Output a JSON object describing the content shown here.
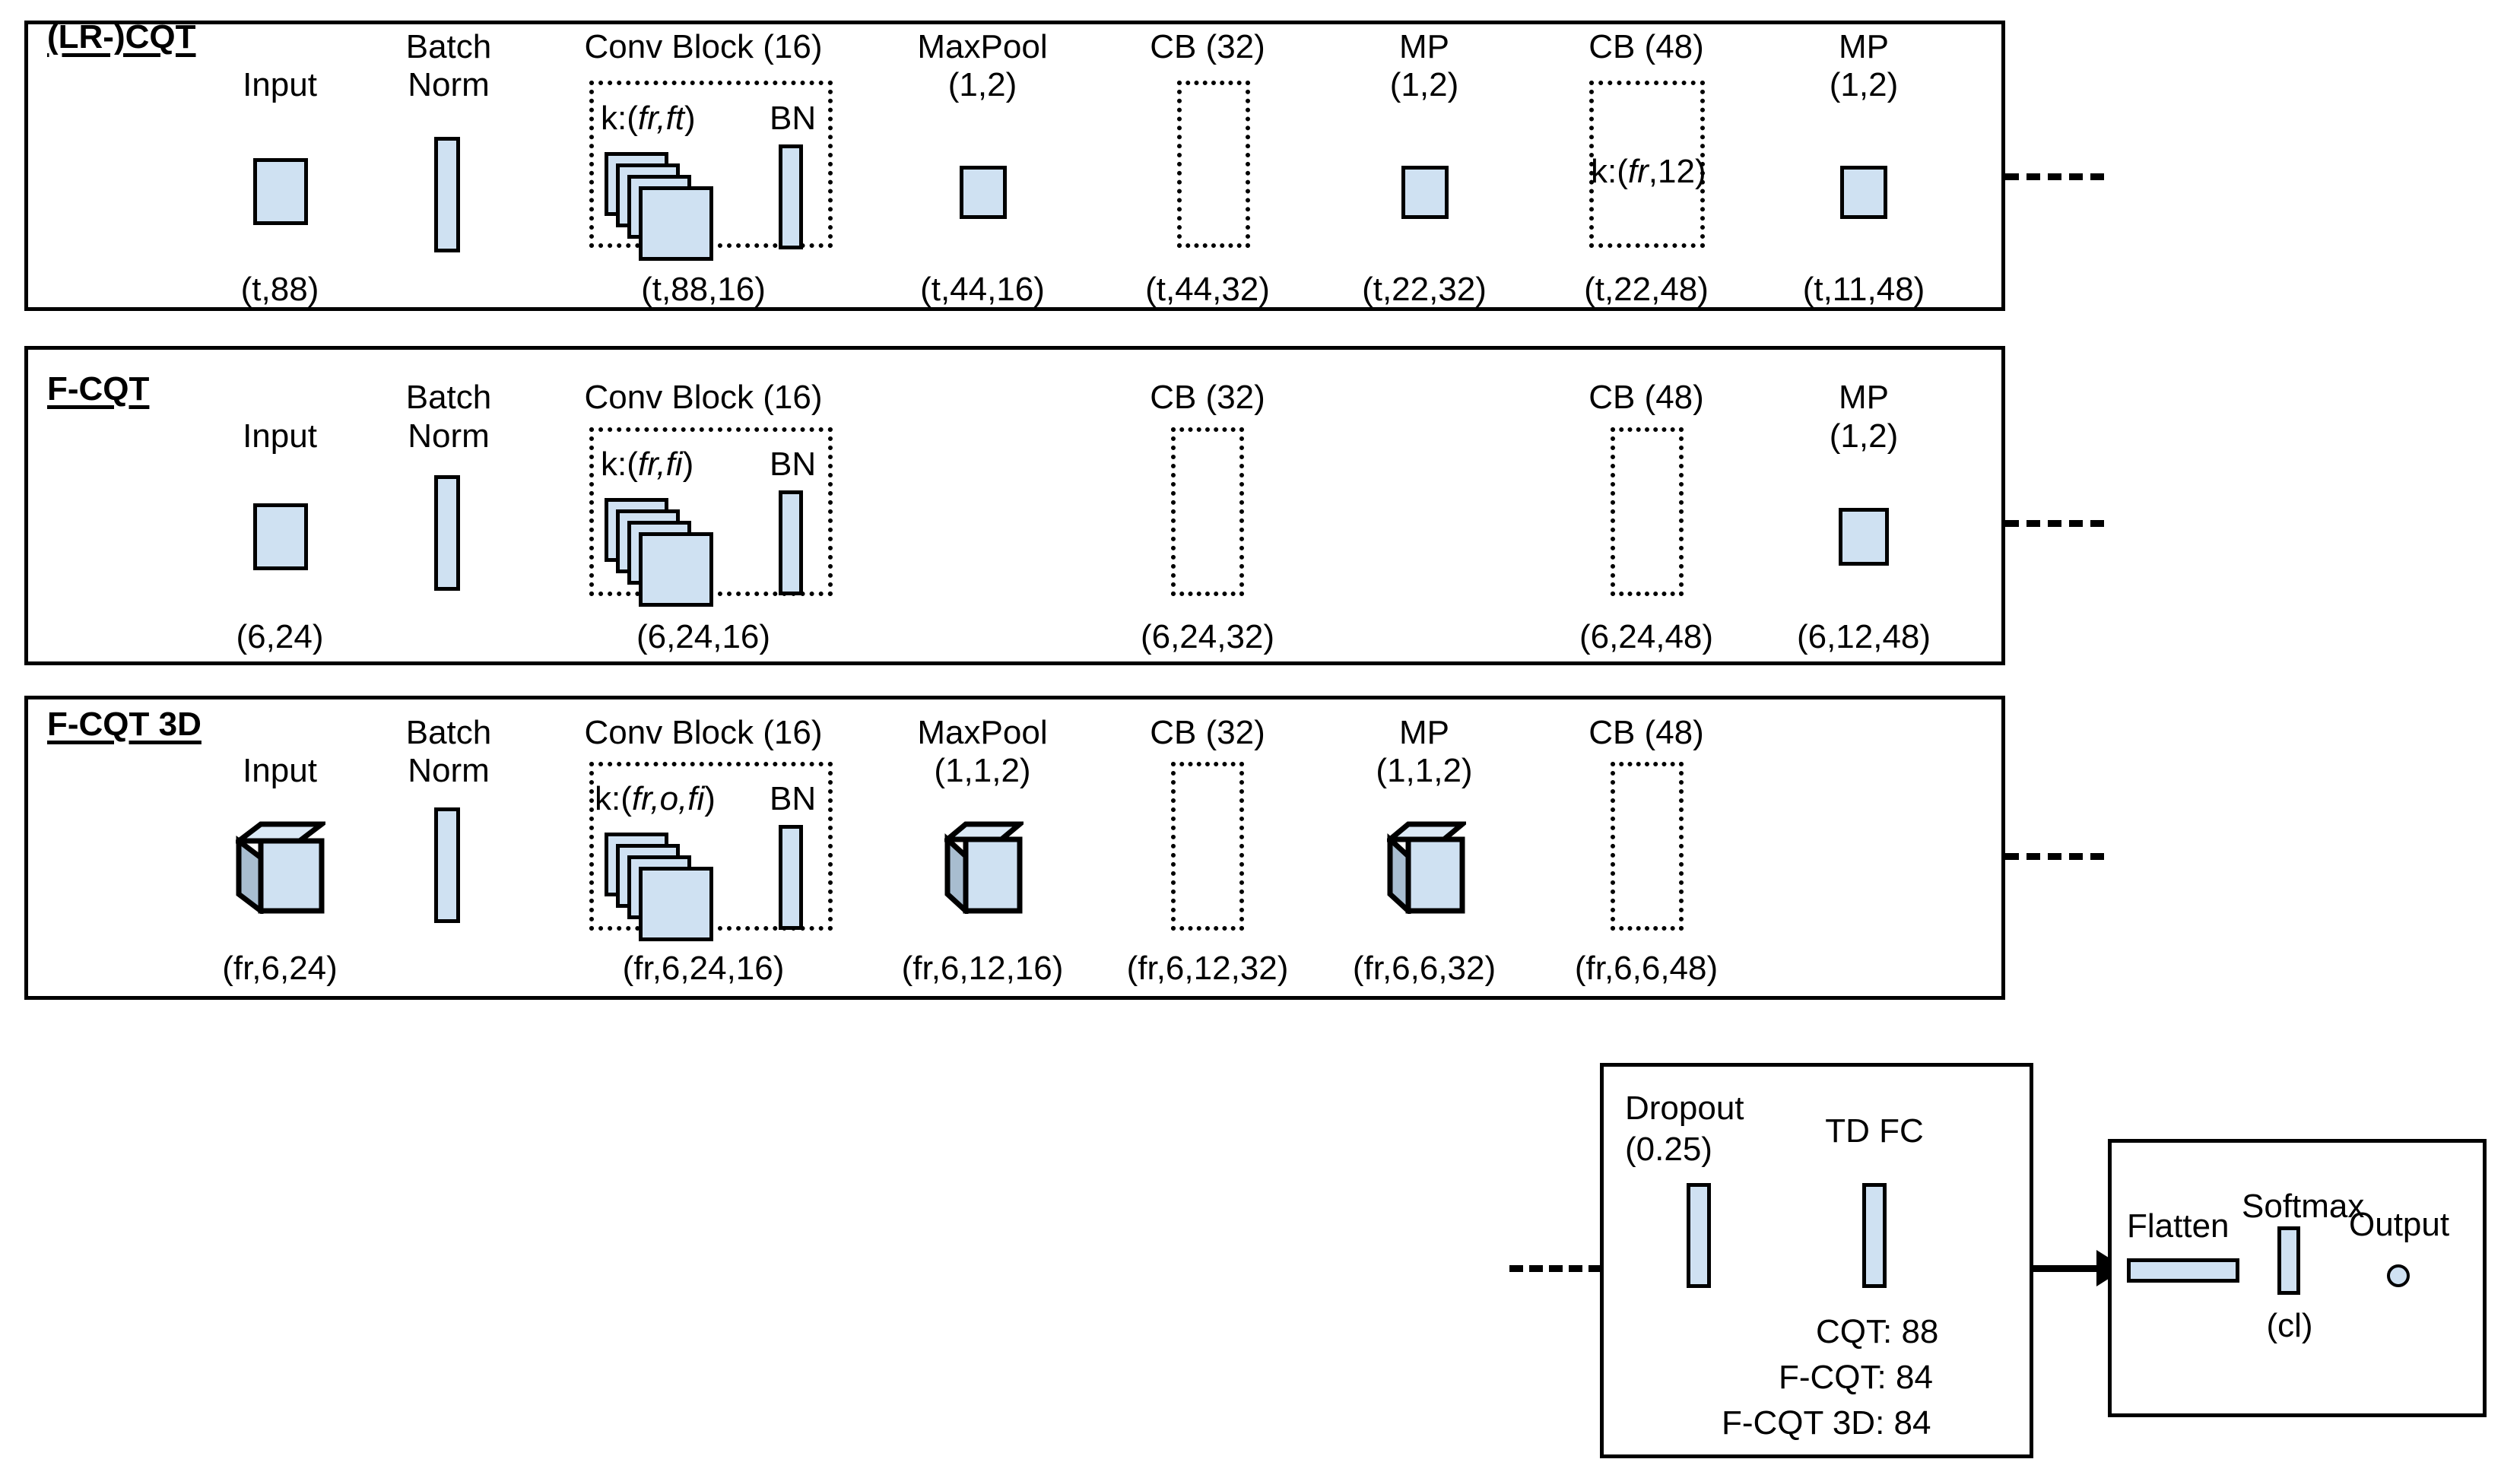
{
  "diagram": {
    "title_hidden": "",
    "rows": [
      {
        "name": "(LR-)CQT",
        "stages": [
          {
            "title": "Input",
            "title2": "",
            "shape_label": "",
            "dims": "(t,88)"
          },
          {
            "title": "Batch",
            "title2": "Norm",
            "shape_label": "",
            "dims": ""
          },
          {
            "title": "Conv Block (16)",
            "title2": "",
            "kernel": "k:(fr,ft)",
            "bn": "BN",
            "dims": "(t,88,16)"
          },
          {
            "title": "MaxPool",
            "title2": "(1,2)",
            "shape_label": "",
            "dims": "(t,44,16)"
          },
          {
            "title": "CB (32)",
            "title2": "",
            "shape_label": "",
            "dims": "(t,44,32)"
          },
          {
            "title": "MP",
            "title2": "(1,2)",
            "shape_label": "",
            "dims": "(t,22,32)"
          },
          {
            "title": "CB (48)",
            "title2": "",
            "kernel": "k:(fr,12)",
            "dims": "(t,22,48)"
          },
          {
            "title": "MP",
            "title2": "(1,2)",
            "shape_label": "",
            "dims": "(t,11,48)"
          }
        ]
      },
      {
        "name": "F-CQT",
        "stages": [
          {
            "title": "Input",
            "title2": "",
            "shape_label": "",
            "dims": "(6,24)"
          },
          {
            "title": "Batch",
            "title2": "Norm",
            "shape_label": "",
            "dims": ""
          },
          {
            "title": "Conv Block (16)",
            "title2": "",
            "kernel": "k:(fr,fi)",
            "bn": "BN",
            "dims": "(6,24,16)"
          },
          {
            "title": "CB (32)",
            "title2": "",
            "shape_label": "",
            "dims": "(6,24,32)"
          },
          {
            "title": "CB (48)",
            "title2": "",
            "shape_label": "",
            "dims": "(6,24,48)"
          },
          {
            "title": "MP",
            "title2": "(1,2)",
            "shape_label": "",
            "dims": "(6,12,48)"
          }
        ]
      },
      {
        "name": "F-CQT 3D",
        "stages": [
          {
            "title": "Input",
            "title2": "",
            "shape_label": "",
            "dims": "(fr,6,24)"
          },
          {
            "title": "Batch",
            "title2": "Norm",
            "shape_label": "",
            "dims": ""
          },
          {
            "title": "Conv Block (16)",
            "title2": "",
            "kernel": "k:(fr,o,fi)",
            "bn": "BN",
            "dims": "(fr,6,24,16)"
          },
          {
            "title": "MaxPool",
            "title2": "(1,1,2)",
            "shape_label": "",
            "dims": "(fr,6,12,16)"
          },
          {
            "title": "CB (32)",
            "title2": "",
            "shape_label": "",
            "dims": "(fr,6,12,32)"
          },
          {
            "title": "MP",
            "title2": "(1,1,2)",
            "shape_label": "",
            "dims": "(fr,6,6,32)"
          },
          {
            "title": "CB (48)",
            "title2": "",
            "shape_label": "",
            "dims": "(fr,6,6,48)"
          }
        ]
      }
    ],
    "tail": {
      "dropout_title": "Dropout",
      "dropout_rate": "(0.25)",
      "tdfc_title": "TD FC",
      "tdfc_notes": [
        "CQT: 88",
        "F-CQT: 84",
        "F-CQT 3D: 84"
      ]
    },
    "head": {
      "flatten": "Flatten",
      "softmax": "Softmax",
      "softmax_dims": "(cl)",
      "output": "Output"
    },
    "colors": {
      "block_fill": "#cfe1f2",
      "cube_side": "#a8bdd0",
      "cube_top": "#dbe9f6",
      "stroke": "#000000"
    }
  }
}
